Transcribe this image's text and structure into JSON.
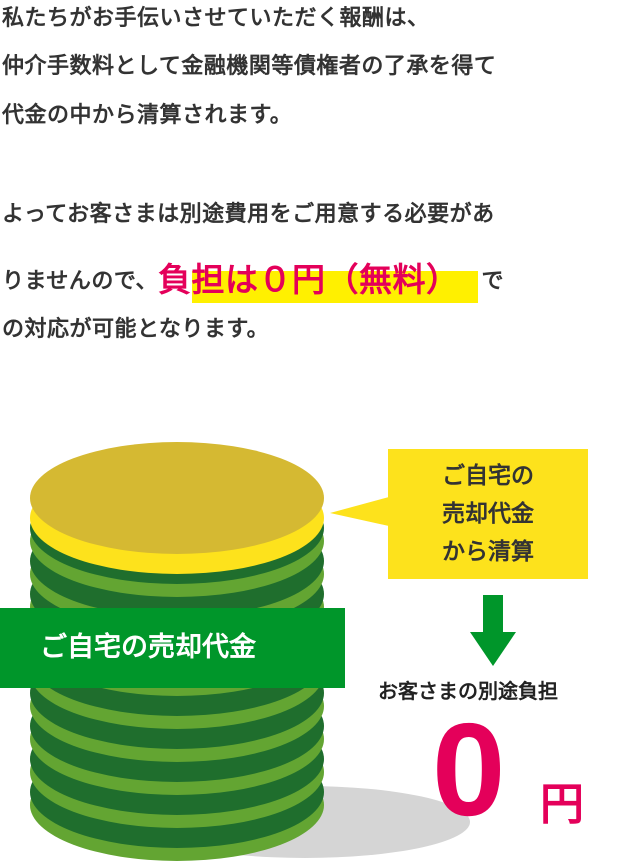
{
  "intro": {
    "line1": "私たちがお手伝いさせていただく報酬は、",
    "line2": "仲介手数料として金融機関等債権者の了承を得て",
    "line3": "代金の中から清算されます。",
    "line4": "よってお客さまは別途費用をご用意する必要があ",
    "line5_before": "りませんので、",
    "line5_highlight": "負担は０円（無料）",
    "line5_after": "で",
    "line6": "の対応が可能となります。"
  },
  "diagram": {
    "banner_label": "ご自宅の売却代金",
    "callout_lines": [
      "ご自宅の",
      "売却代金",
      "から清算"
    ],
    "burden_label": "お客さまの別途負担",
    "amount": "0",
    "currency": "円"
  },
  "colors": {
    "highlight": "#fff000",
    "accent": "#e4005a",
    "green": "#00962a",
    "callout": "#fde21c"
  }
}
